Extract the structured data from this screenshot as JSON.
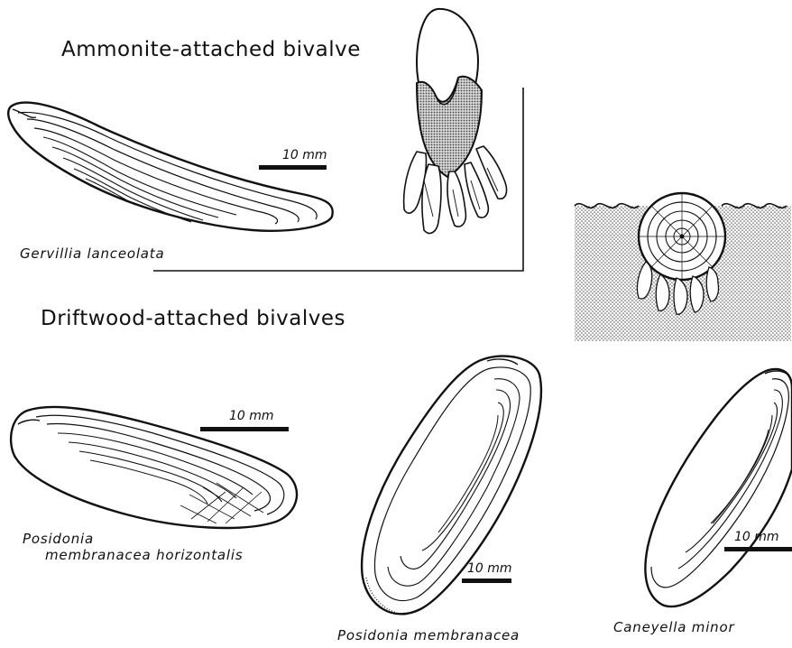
{
  "headings": {
    "ammonite": "Ammonite-attached bivalve",
    "driftwood": "Driftwood-attached bivalves"
  },
  "species": {
    "gervillia": "Gervillia lanceolata",
    "posidonia_h_line1": "Posidonia",
    "posidonia_h_line2": "membranacea horizontalis",
    "posidonia_m": "Posidonia membranacea",
    "caneyella": "Caneyella minor"
  },
  "scale_bars": {
    "gervillia": "10 mm",
    "posidonia_h": "10 mm",
    "posidonia_m": "10 mm",
    "caneyella": "10 mm"
  },
  "icons": [
    "bivalve-shell-icon",
    "ammonite-with-bivalves-icon",
    "driftwood-log-icon",
    "water-surface-icon"
  ],
  "colors": {
    "ink": "#111111",
    "background": "#ffffff",
    "stipple": "#9a9a9a"
  }
}
